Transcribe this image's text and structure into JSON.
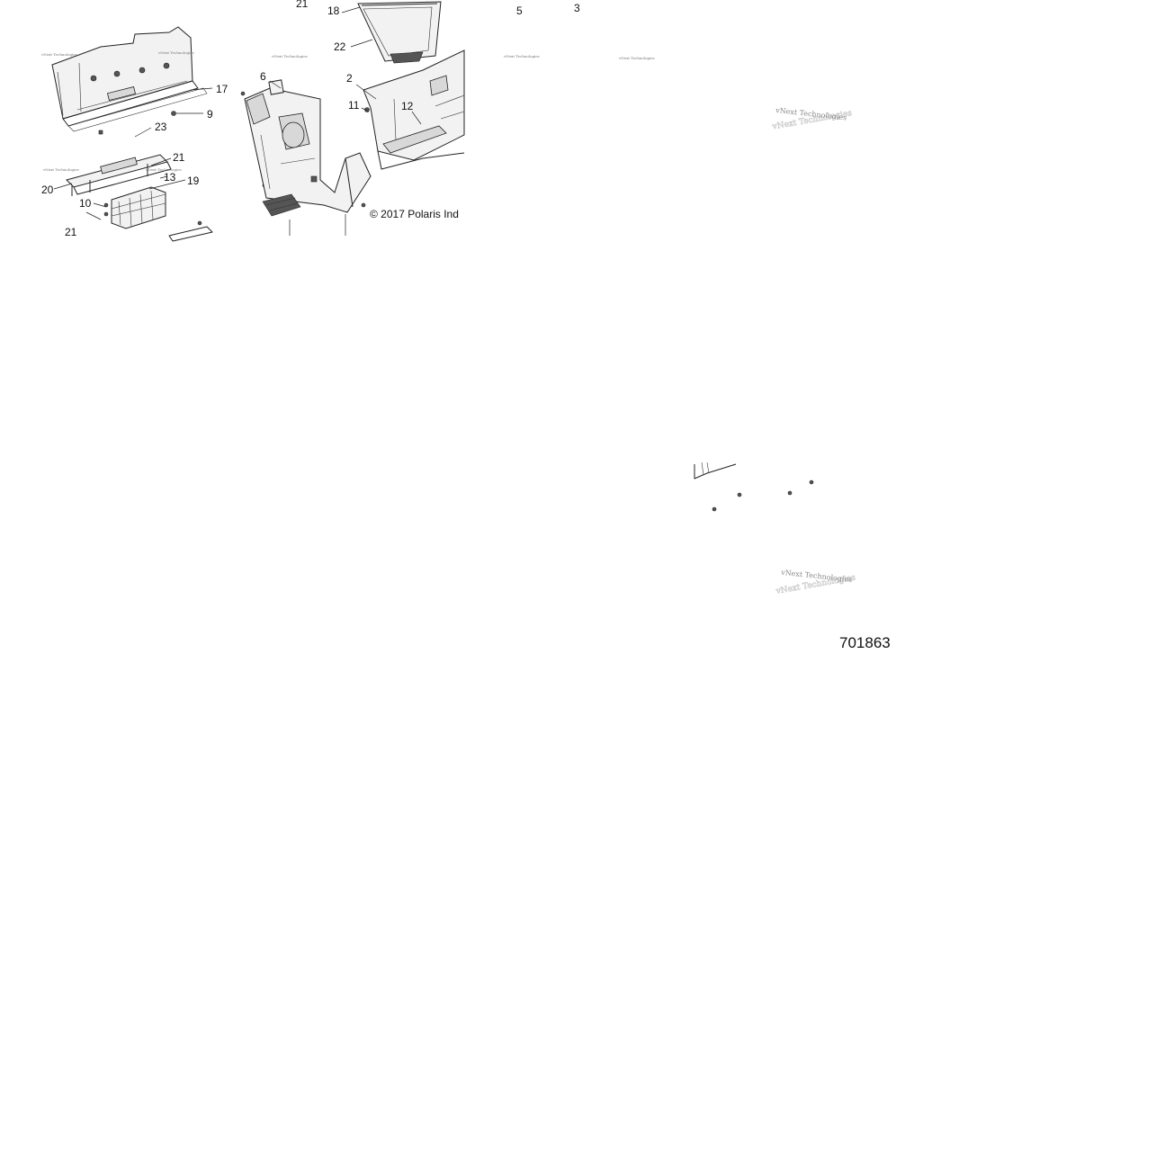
{
  "diagram": {
    "part_number": "701863",
    "copyright": "© 2017 Polaris Ind",
    "watermark": "vNext Technologies",
    "callouts": [
      "21",
      "18",
      "5",
      "3",
      "22",
      "6",
      "2",
      "11",
      "12",
      "17",
      "9",
      "23",
      "21",
      "20",
      "13",
      "19",
      "10",
      "21"
    ]
  }
}
